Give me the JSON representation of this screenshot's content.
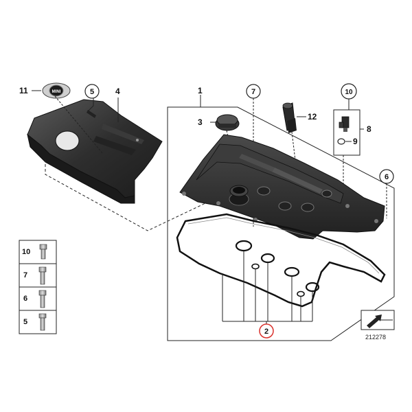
{
  "diagram": {
    "labels": {
      "p1": "1",
      "p2": "2",
      "p3": "3",
      "p4": "4",
      "p5": "5",
      "p6": "6",
      "p7": "7",
      "p8": "8",
      "p9": "9",
      "p10": "10",
      "p11": "11",
      "p12": "12"
    },
    "badge_text": "MINI",
    "legend": [
      {
        "num": "10"
      },
      {
        "num": "7"
      },
      {
        "num": "6"
      },
      {
        "num": "5"
      }
    ],
    "reference_number": "212278",
    "colors": {
      "part_dark": "#2b2b2b",
      "part_mid": "#4a4a4a",
      "line": "#222222",
      "highlight_circle": "#d9302b"
    }
  }
}
